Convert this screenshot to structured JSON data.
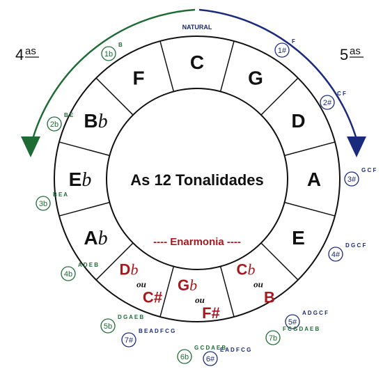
{
  "center": {
    "title": "As 12 Tonalidades",
    "subtitle": "---- Enarmonia ----"
  },
  "natural_label": "NATURAL",
  "side_labels": {
    "left": "4",
    "left_sup": "as",
    "right": "5",
    "right_sup": "as"
  },
  "connector": "ou",
  "keys": [
    {
      "main": "C",
      "acc": ""
    },
    {
      "main": "G",
      "acc": ""
    },
    {
      "main": "D",
      "acc": ""
    },
    {
      "main": "A",
      "acc": ""
    },
    {
      "main": "E",
      "acc": ""
    },
    {
      "main": "C",
      "acc": "b",
      "alt": "B",
      "alt_acc": ""
    },
    {
      "main": "G",
      "acc": "b",
      "alt": "F",
      "alt_acc": "#"
    },
    {
      "main": "D",
      "acc": "b",
      "alt": "C",
      "alt_acc": "#"
    },
    {
      "main": "A",
      "acc": "b"
    },
    {
      "main": "E",
      "acc": "b"
    },
    {
      "main": "B",
      "acc": "b"
    },
    {
      "main": "F",
      "acc": ""
    }
  ],
  "signatures": [
    {
      "label": "1#",
      "notes": "F",
      "color": "#1a2a7c"
    },
    {
      "label": "2#",
      "notes": "C F",
      "color": "#1a2a7c"
    },
    {
      "label": "3#",
      "notes": "G C F",
      "color": "#1a2a7c"
    },
    {
      "label": "4#",
      "notes": "D G C F",
      "color": "#1a2a7c"
    },
    {
      "label": "5#",
      "notes": "A D G C F",
      "color": "#1a2a7c"
    },
    {
      "label": "7b",
      "notes": "F C G D A E B",
      "color": "#1f6b35"
    },
    {
      "label": "6#",
      "notes": "E A D F C G",
      "color": "#1a2a7c"
    },
    {
      "label": "6b",
      "notes": "G C D A E B",
      "color": "#1f6b35"
    },
    {
      "label": "7#",
      "notes": "B E A D F C G",
      "color": "#1a2a7c"
    },
    {
      "label": "5b",
      "notes": "D G A E B",
      "color": "#1f6b35"
    },
    {
      "label": "4b",
      "notes": "A D E B",
      "color": "#1f6b35"
    },
    {
      "label": "3b",
      "notes": "B E A",
      "color": "#1f6b35"
    },
    {
      "label": "2b",
      "notes": "B E",
      "color": "#1f6b35"
    },
    {
      "label": "1b",
      "notes": "B",
      "color": "#1f6b35"
    }
  ],
  "colors": {
    "sharps": "#1a2a7c",
    "flats": "#1f6b35",
    "enharmonic": "#a5191f",
    "ring": "#111111"
  }
}
